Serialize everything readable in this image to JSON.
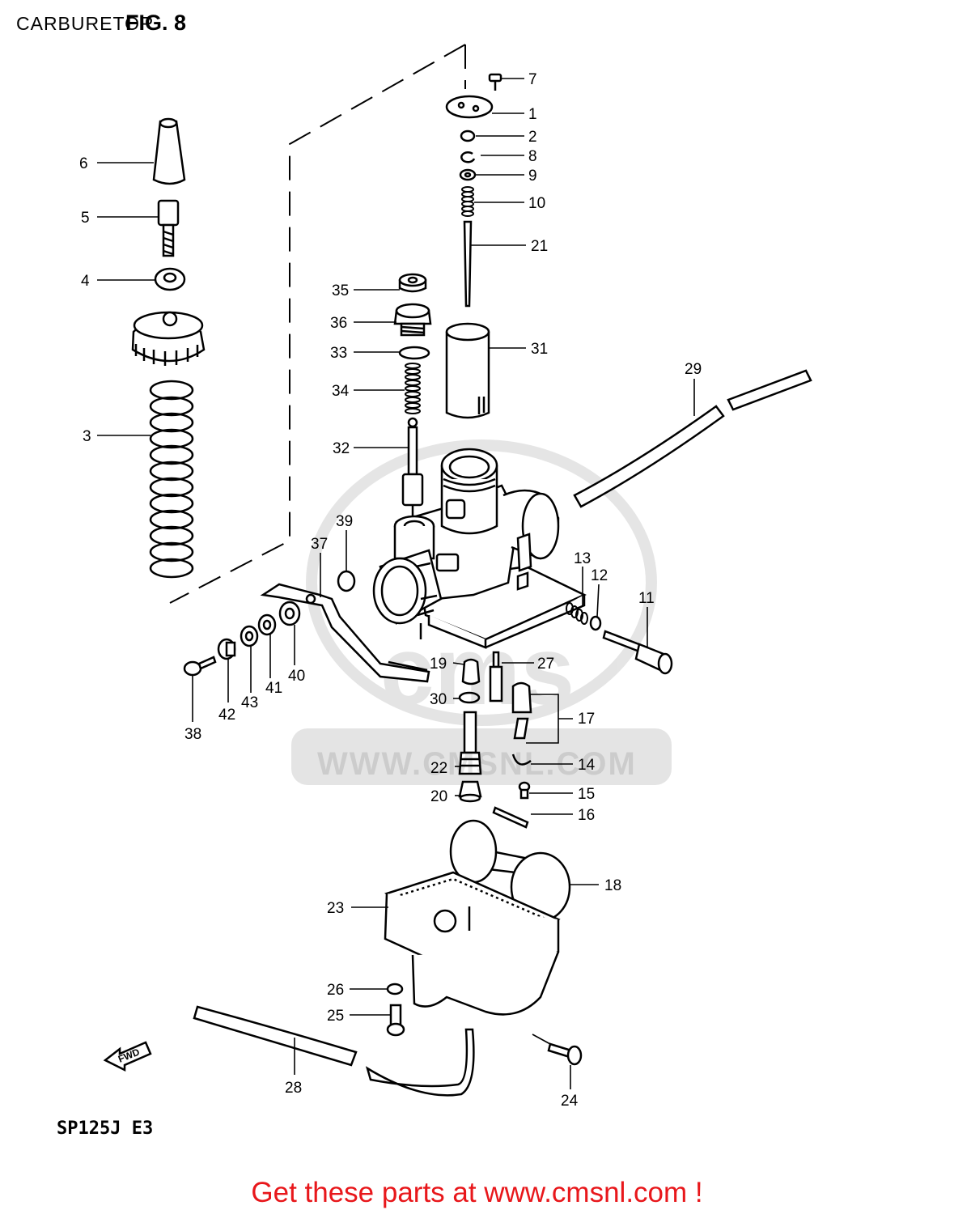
{
  "header": {
    "caption": "CARBURETOR",
    "figure_label": "FIG. 8"
  },
  "model_code": "SP125J E3",
  "watermark": {
    "logo_text": "cms",
    "url_text": "WWW.CMSNL.COM"
  },
  "fwd_label": "FWD",
  "promo": "Get these parts at www.cmsnl.com !",
  "callouts": [
    "1",
    "2",
    "3",
    "4",
    "5",
    "6",
    "7",
    "8",
    "9",
    "10",
    "11",
    "12",
    "13",
    "14",
    "15",
    "16",
    "17",
    "18",
    "19",
    "20",
    "21",
    "22",
    "23",
    "24",
    "25",
    "26",
    "27",
    "28",
    "29",
    "30",
    "31",
    "32",
    "33",
    "34",
    "35",
    "36",
    "37",
    "38",
    "39",
    "40",
    "41",
    "42",
    "43"
  ],
  "colors": {
    "line": "#000000",
    "promo": "#e8171b",
    "watermark": "#e6e6e6"
  }
}
